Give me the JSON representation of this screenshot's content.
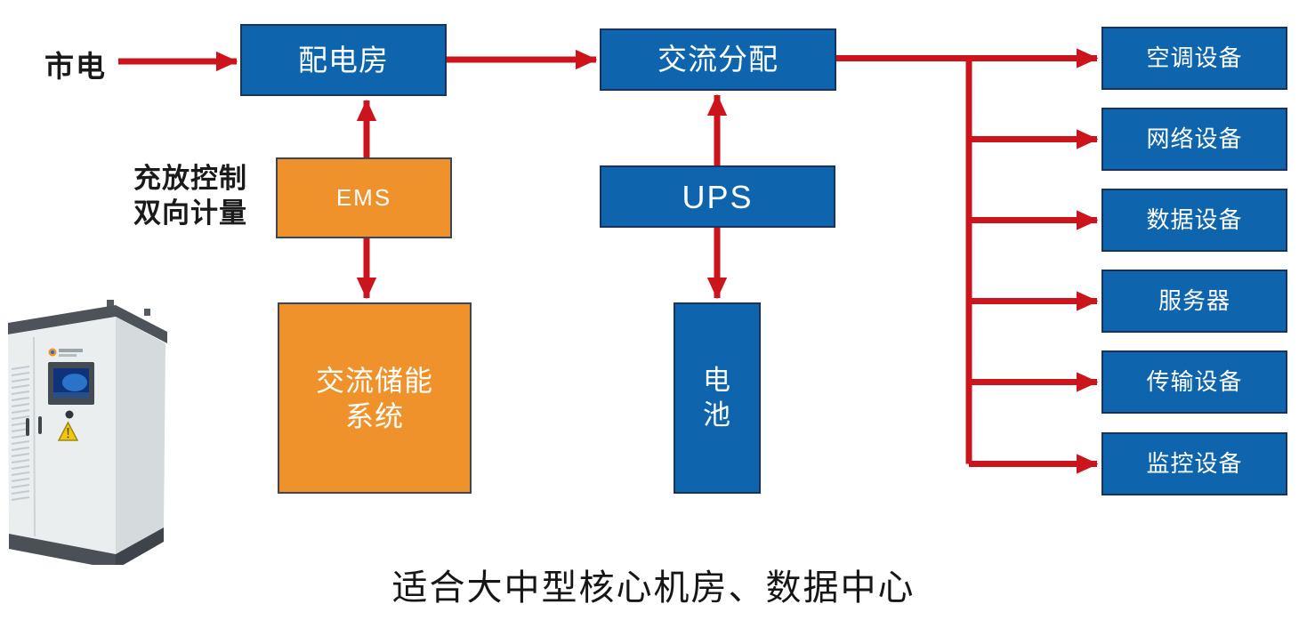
{
  "diagram": {
    "colors": {
      "blue": "#0f65ad",
      "orange": "#f0922b",
      "red": "#cb141c",
      "ink": "#1a1a1a"
    },
    "mains_label": "市电",
    "control_caption": {
      "line1": "充放控制",
      "line2": "双向计量"
    },
    "nodes": {
      "distribution_room": "配电房",
      "ac_distribution": "交流分配",
      "ems": "EMS",
      "storage_line1": "交流储能",
      "storage_line2": "系统",
      "ups": "UPS",
      "battery_line1": "电",
      "battery_line2": "池"
    },
    "loads": [
      "空调设备",
      "网络设备",
      "数据设备",
      "服务器",
      "传输设备",
      "监控设备"
    ],
    "footer": "适合大中型核心机房、数据中心"
  }
}
